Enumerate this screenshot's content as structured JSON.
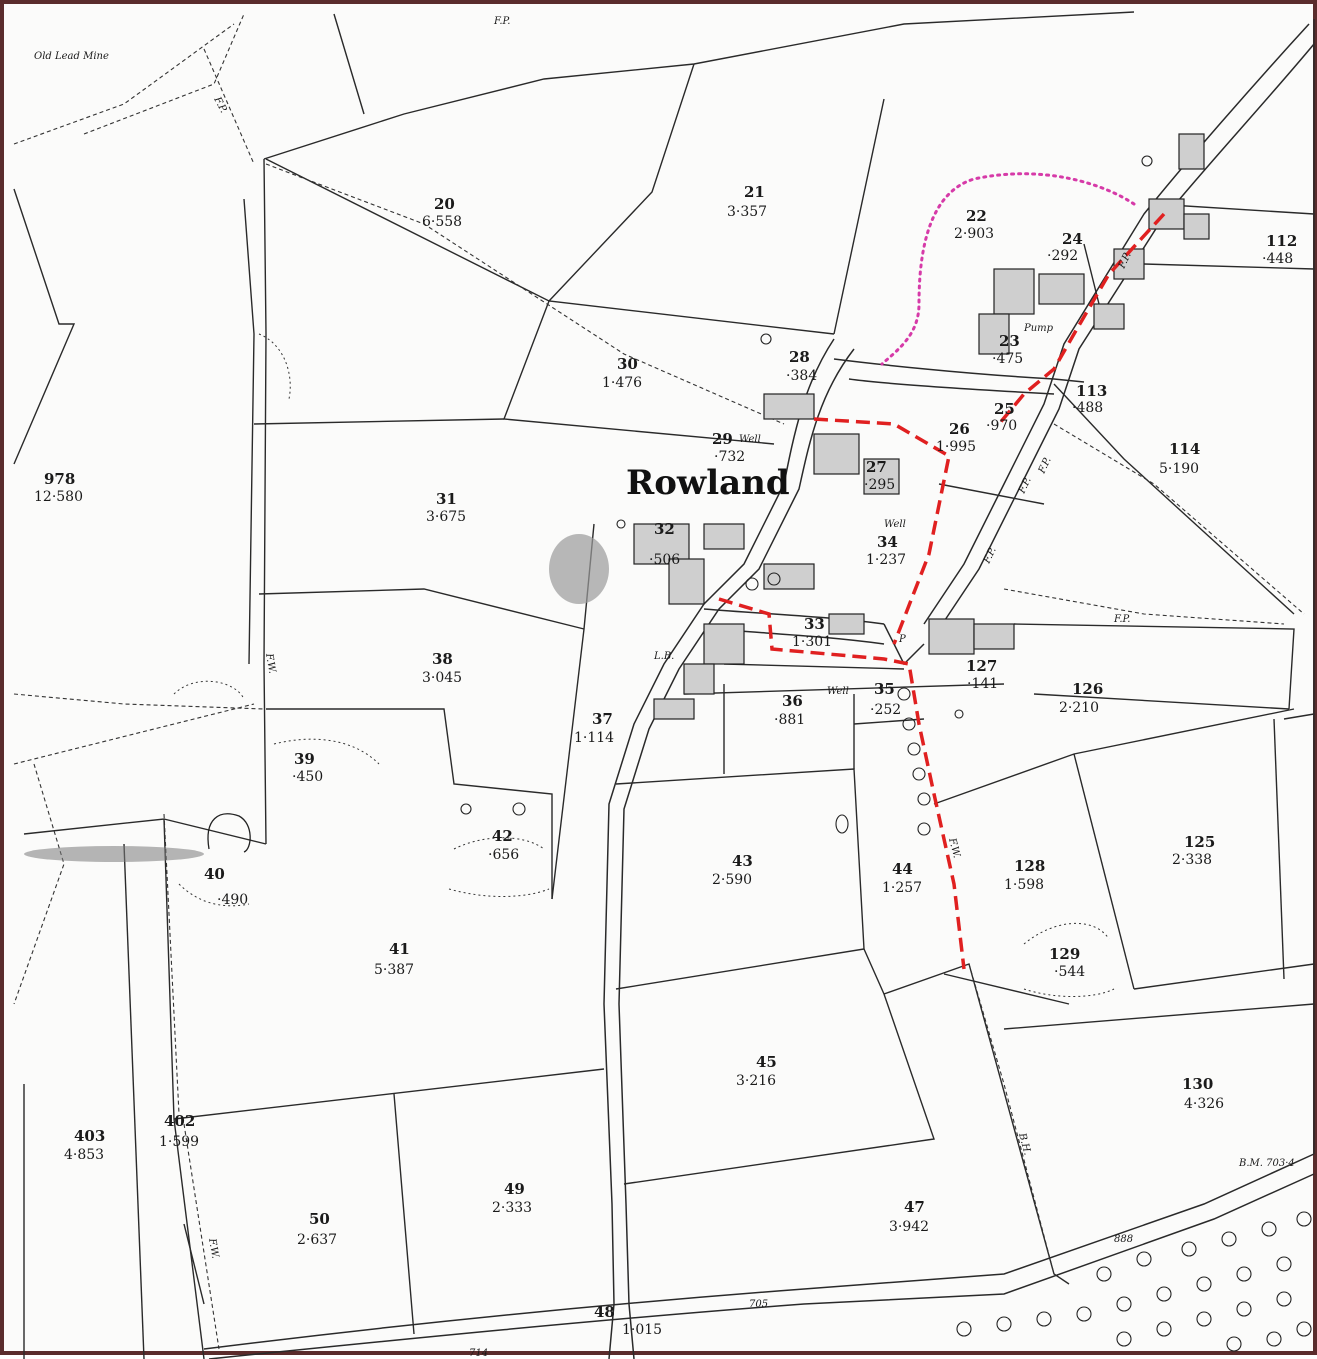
{
  "map": {
    "place_name": "Rowland",
    "colors": {
      "route": "#e02020",
      "dotted": "#d63aa8",
      "line": "#2a2a2a",
      "frame": "#5a2c2c"
    },
    "labels": {
      "lead_mine": "Old Lead Mine",
      "well_1": "Well",
      "well_2": "Well",
      "well_3": "Well",
      "pump": "Pump",
      "lb": "L.B.",
      "p": "P",
      "fp1": "F.P.",
      "fp2": "F.P.",
      "fp3": "F.P.",
      "fp4": "F.P.",
      "fp5": "F.P.",
      "fp6": "F.P.",
      "fp7": "F.P.",
      "fw1": "F.W.",
      "fw2": "F.W.",
      "bh": "B.H.",
      "bm": "B.M. 703·4",
      "n705": "705",
      "n714": "714",
      "n888": "888"
    },
    "parcels": [
      {
        "id": "p20",
        "no": "20",
        "area": "6·558"
      },
      {
        "id": "p21",
        "no": "21",
        "area": "3·357"
      },
      {
        "id": "p22",
        "no": "22",
        "area": "2·903"
      },
      {
        "id": "p24",
        "no": "24",
        "area": "·292"
      },
      {
        "id": "p112",
        "no": "112",
        "area": "·448"
      },
      {
        "id": "p30",
        "no": "30",
        "area": "1·476"
      },
      {
        "id": "p28",
        "no": "28",
        "area": "·384"
      },
      {
        "id": "p23",
        "no": "23",
        "area": "·475"
      },
      {
        "id": "p113",
        "no": "113",
        "area": "·488"
      },
      {
        "id": "p25",
        "no": "25",
        "area": "·970"
      },
      {
        "id": "p26",
        "no": "26",
        "area": "1·995"
      },
      {
        "id": "p29",
        "no": "29",
        "area": "·732"
      },
      {
        "id": "p27",
        "no": "27",
        "area": "·295"
      },
      {
        "id": "p114",
        "no": "114",
        "area": "5·190"
      },
      {
        "id": "p978",
        "no": "978",
        "area": "12·580"
      },
      {
        "id": "p31",
        "no": "31",
        "area": "3·675"
      },
      {
        "id": "p32",
        "no": "32",
        "area": "·506"
      },
      {
        "id": "p34",
        "no": "34",
        "area": "1·237"
      },
      {
        "id": "p33",
        "no": "33",
        "area": "1·301"
      },
      {
        "id": "p38",
        "no": "38",
        "area": "3·045"
      },
      {
        "id": "p127",
        "no": "127",
        "area": "·141"
      },
      {
        "id": "p126",
        "no": "126",
        "area": "2·210"
      },
      {
        "id": "p36",
        "no": "36",
        "area": "·881"
      },
      {
        "id": "p35",
        "no": "35",
        "area": "·252"
      },
      {
        "id": "p37",
        "no": "37",
        "area": "1·114"
      },
      {
        "id": "p39",
        "no": "39",
        "area": "·450"
      },
      {
        "id": "p42",
        "no": "42",
        "area": "·656"
      },
      {
        "id": "p43",
        "no": "43",
        "area": "2·590"
      },
      {
        "id": "p44",
        "no": "44",
        "area": "1·257"
      },
      {
        "id": "p128",
        "no": "128",
        "area": "1·598"
      },
      {
        "id": "p125",
        "no": "125",
        "area": "2·338"
      },
      {
        "id": "p40",
        "no": "40",
        "area": "·490"
      },
      {
        "id": "p41",
        "no": "41",
        "area": "5·387"
      },
      {
        "id": "p129",
        "no": "129",
        "area": "·544"
      },
      {
        "id": "p45",
        "no": "45",
        "area": "3·216"
      },
      {
        "id": "p130",
        "no": "130",
        "area": "4·326"
      },
      {
        "id": "p403",
        "no": "403",
        "area": "4·853"
      },
      {
        "id": "p402",
        "no": "402",
        "area": "1·599"
      },
      {
        "id": "p49",
        "no": "49",
        "area": "2·333"
      },
      {
        "id": "p50",
        "no": "50",
        "area": "2·637"
      },
      {
        "id": "p47",
        "no": "47",
        "area": "3·942"
      },
      {
        "id": "p48",
        "no": "48",
        "area": "1·015"
      }
    ]
  }
}
